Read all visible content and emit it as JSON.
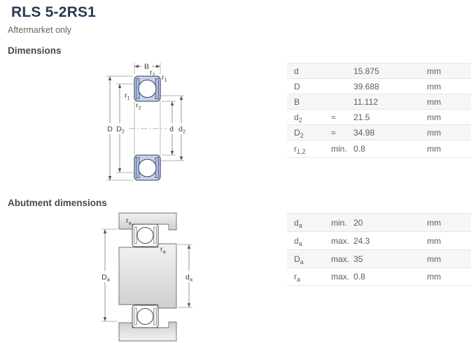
{
  "page": {
    "title": "RLS 5-2RS1",
    "subtitle": "Aftermarket only"
  },
  "sections": {
    "dimensions_heading": "Dimensions",
    "abutment_heading": "Abutment dimensions"
  },
  "colors": {
    "title_text": "#2b3a55",
    "bearing_fill_blue": "#c9d3e8",
    "bearing_outline_navy": "#2e3d63",
    "steel_gray": "#d9d9d9",
    "table_stripe": "#f6f6f6"
  },
  "drawing1": {
    "labels": {
      "B": "B",
      "D": "D",
      "d": "d",
      "r1": {
        "base": "r",
        "sub": "1"
      },
      "r2": {
        "base": "r",
        "sub": "2"
      },
      "D2": {
        "base": "D",
        "sub": "2"
      },
      "d2": {
        "base": "d",
        "sub": "2"
      }
    }
  },
  "drawing2": {
    "labels": {
      "ra": {
        "base": "r",
        "sub": "a"
      },
      "Da": {
        "base": "D",
        "sub": "a"
      },
      "da": {
        "base": "d",
        "sub": "a"
      }
    }
  },
  "dimensions_table": {
    "rows": [
      {
        "symbol": {
          "base": "d",
          "sub": ""
        },
        "qualifier": "",
        "value": "15.875",
        "unit": "mm"
      },
      {
        "symbol": {
          "base": "D",
          "sub": ""
        },
        "qualifier": "",
        "value": "39.688",
        "unit": "mm"
      },
      {
        "symbol": {
          "base": "B",
          "sub": ""
        },
        "qualifier": "",
        "value": "11.112",
        "unit": "mm"
      },
      {
        "symbol": {
          "base": "d",
          "sub": "2"
        },
        "qualifier": "≈",
        "value": "21.5",
        "unit": "mm"
      },
      {
        "symbol": {
          "base": "D",
          "sub": "2"
        },
        "qualifier": "≈",
        "value": "34.98",
        "unit": "mm"
      },
      {
        "symbol": {
          "base": "r",
          "sub": "1,2"
        },
        "qualifier": "min.",
        "value": "0.8",
        "unit": "mm"
      }
    ]
  },
  "abutment_table": {
    "rows": [
      {
        "symbol": {
          "base": "d",
          "sub": "a"
        },
        "qualifier": "min.",
        "value": "20",
        "unit": "mm"
      },
      {
        "symbol": {
          "base": "d",
          "sub": "a"
        },
        "qualifier": "max.",
        "value": "24.3",
        "unit": "mm"
      },
      {
        "symbol": {
          "base": "D",
          "sub": "a"
        },
        "qualifier": "max.",
        "value": "35",
        "unit": "mm"
      },
      {
        "symbol": {
          "base": "r",
          "sub": "a"
        },
        "qualifier": "max.",
        "value": "0.8",
        "unit": "mm"
      }
    ]
  }
}
